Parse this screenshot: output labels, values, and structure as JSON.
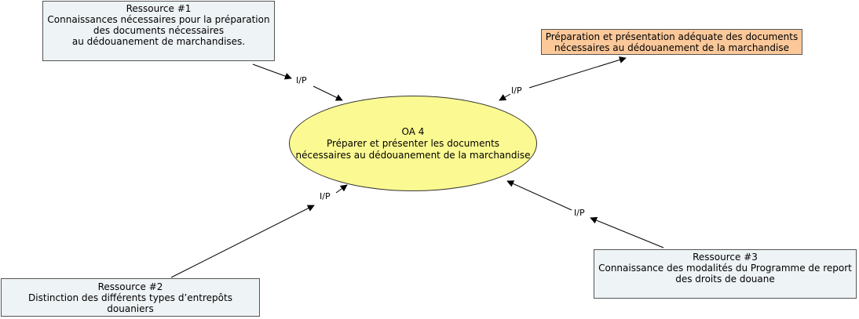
{
  "center": {
    "title": "OA 4",
    "line1": "Préparer et présenter les documents",
    "line2": "nécessaires au dédouanement de la marchandise"
  },
  "resource1": {
    "title": "Ressource #1",
    "line1": "Connaissances nécessaires pour la préparation",
    "line2": "des documents nécessaires",
    "line3": "au dédouanement de marchandises."
  },
  "resource2": {
    "title": "Ressource #2",
    "line1": "Distinction des différents types d’entrepôts douaniers"
  },
  "resource3": {
    "title": "Ressource #3",
    "line1": "Connaissance des modalités du Programme de report",
    "line2": "des droits de douane"
  },
  "output": {
    "line1": "Préparation et présentation adéquate des documents",
    "line2": "nécessaires au dédouanement de la marchandise"
  },
  "labels": {
    "ip1": "I/P",
    "ip2": "I/P",
    "ip3": "I/P",
    "ip4": "I/P"
  },
  "colors": {
    "ellipse_fill": "#fbfa92",
    "resource_fill": "#eef3f5",
    "output_fill": "#fbc89a"
  }
}
